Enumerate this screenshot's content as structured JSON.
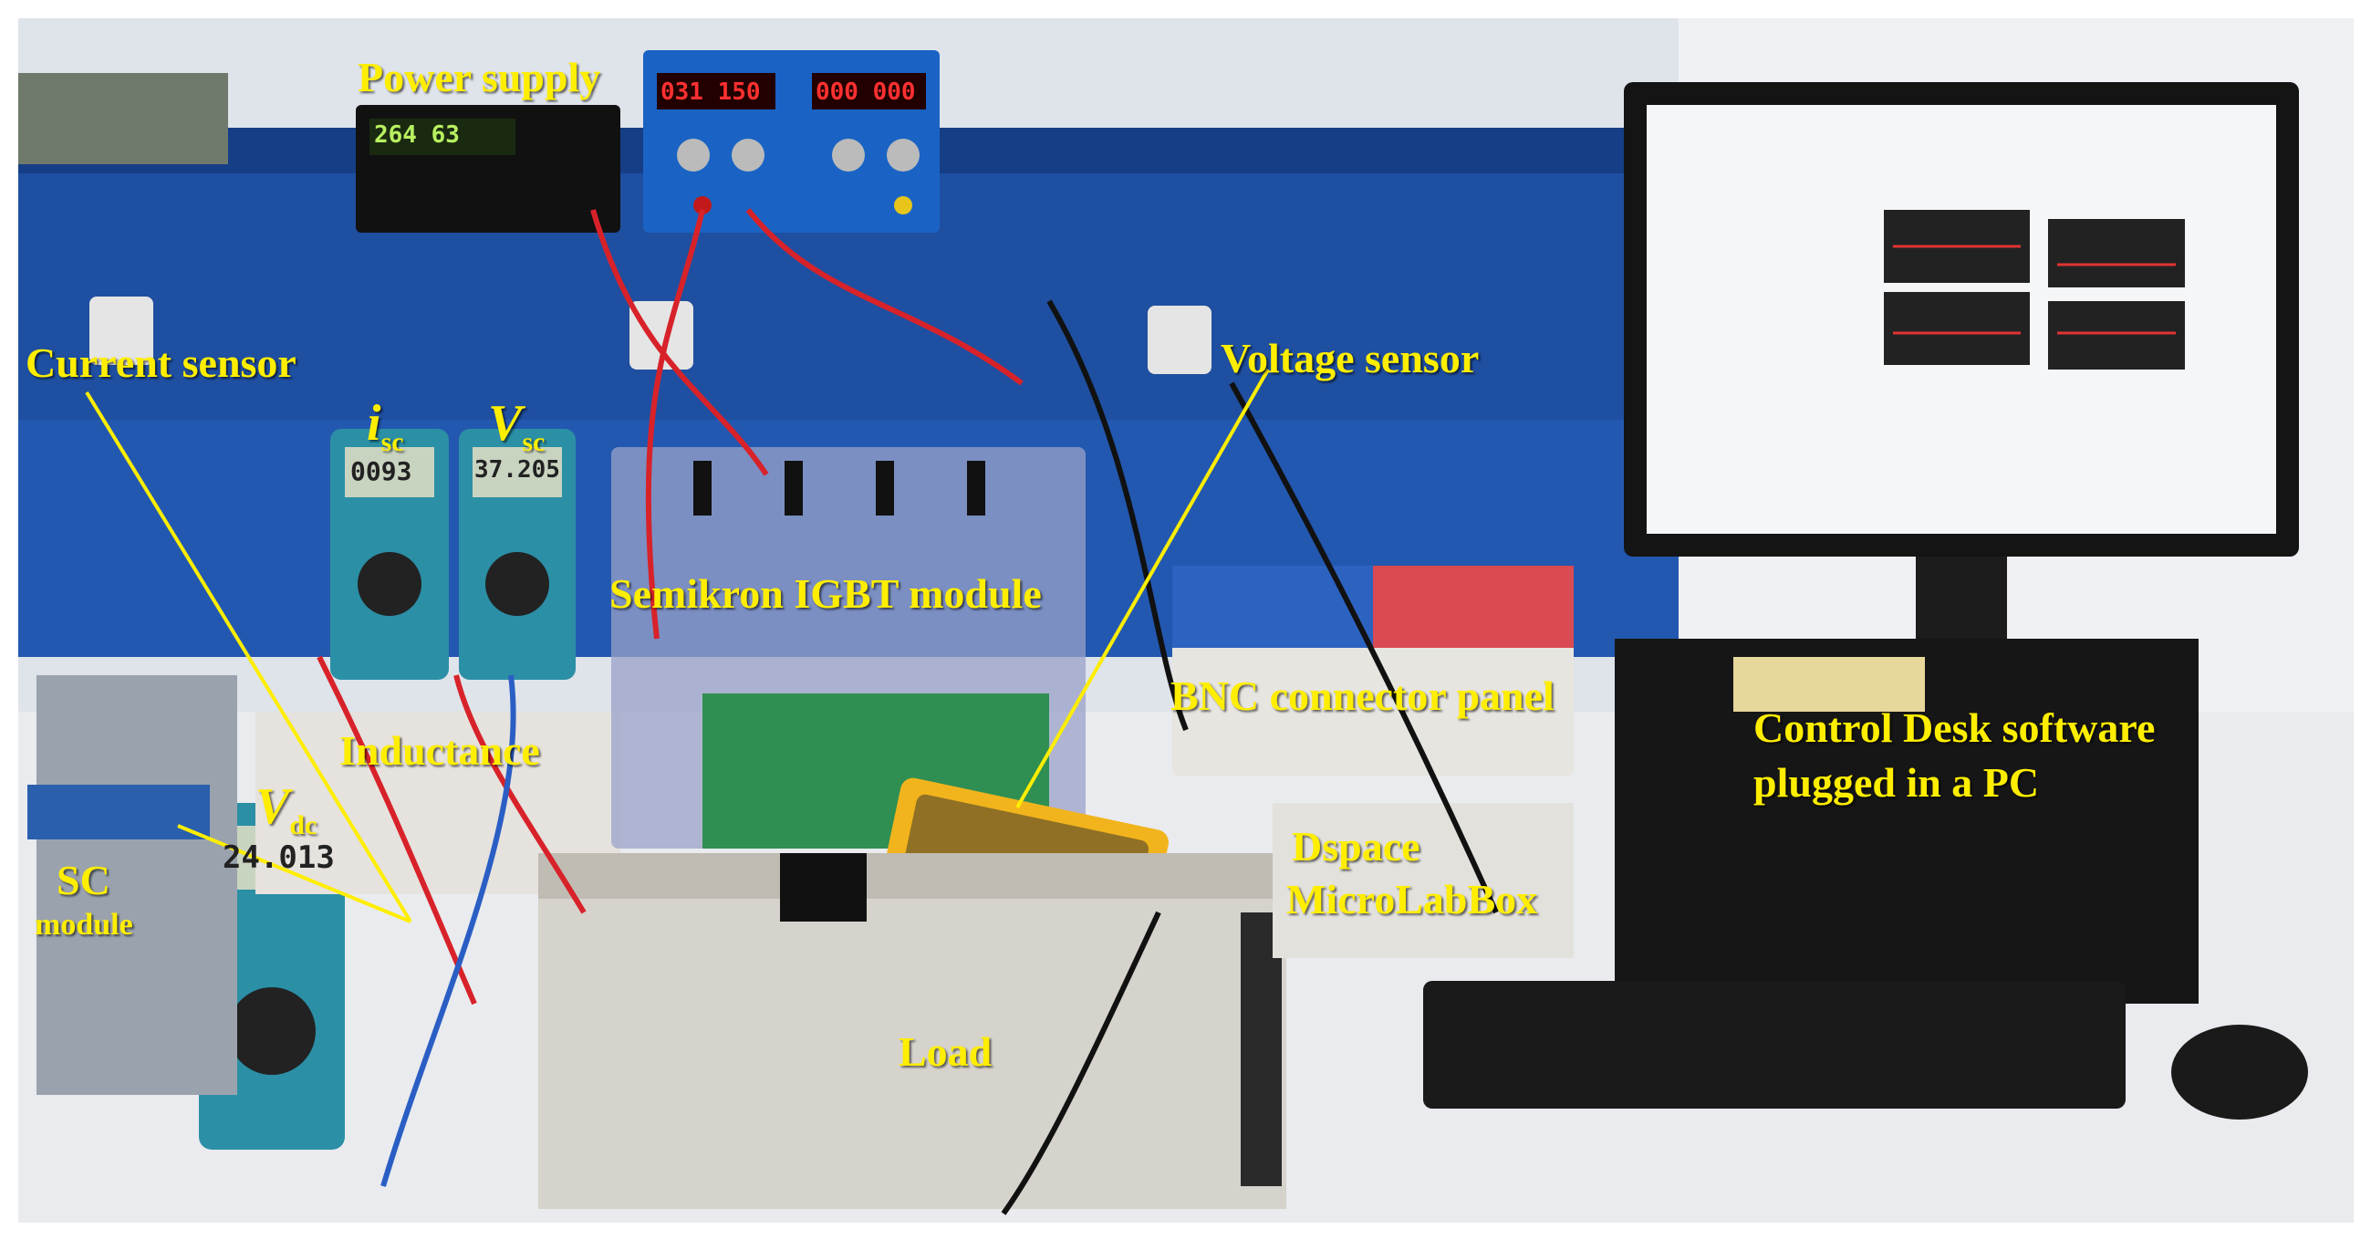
{
  "labels": {
    "power_supply": "Power supply",
    "current_sensor": "Current sensor",
    "voltage_sensor": "Voltage sensor",
    "semikron": "Semikron IGBT module",
    "bnc": "BNC connector panel",
    "control_desk_line1": "Control Desk software",
    "control_desk_line2": "plugged in a PC",
    "inductance": "Inductance",
    "sc_line1": "SC",
    "sc_line2": "module",
    "dspace_line1": "Dspace",
    "dspace_line2": "MicroLabBox",
    "load": "Load",
    "isc_sym": "i",
    "isc_sub": "sc",
    "vsc_sym": "V",
    "vsc_sub": "sc",
    "vdc_sym": "V",
    "vdc_sub": "dc"
  },
  "readouts": {
    "power_supply_display": "264  63",
    "psu2_left": "031 150",
    "psu2_right": "000 000",
    "meter_isc": "0093",
    "meter_vsc": "37.205",
    "meter_vdc": "24.013"
  },
  "colors": {
    "label": "#ffee00",
    "bench_blue": "#1f4fa0",
    "cable_red": "#d8222a"
  }
}
